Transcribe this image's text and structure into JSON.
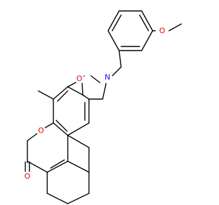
{
  "molecule": {
    "atoms": {
      "o_ring_upper": {
        "symbol": "O",
        "color": "#e00000"
      },
      "o_ring_lower": {
        "symbol": "O",
        "color": "#e00000"
      },
      "o_carbonyl": {
        "symbol": "O",
        "color": "#e00000"
      },
      "o_methoxy": {
        "symbol": "O",
        "color": "#e00000"
      },
      "n_ring": {
        "symbol": "N",
        "color": "#1010e0"
      }
    }
  }
}
